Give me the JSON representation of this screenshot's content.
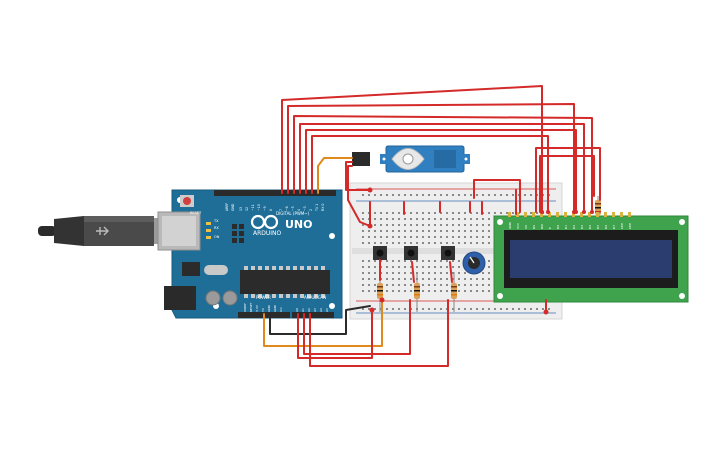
{
  "arduino": {
    "brand": "ARDUINO",
    "model": "UNO",
    "digital_label": "DIGITAL (PWM~)",
    "analog_label": "ANALOG IN",
    "power_label": "POWER",
    "reset_label": "RESET",
    "on_label": "ON",
    "tx_label": "TX",
    "rx_label": "RX",
    "aref_label": "AREF",
    "gnd_label": "GND",
    "digital_pins": [
      "13",
      "12",
      "~11",
      "~10",
      "~9",
      "8",
      "7",
      "~6",
      "~5",
      "4",
      "~3",
      "2",
      "TX 1",
      "RX 0"
    ],
    "power_pins": [
      "IOREF",
      "RESET",
      "3.3V",
      "5V",
      "GND",
      "GND",
      "Vin"
    ],
    "analog_pins": [
      "A0",
      "A1",
      "A2",
      "A3",
      "A4",
      "A5"
    ]
  },
  "lcd": {
    "pins": [
      "GND",
      "VCC",
      "V0",
      "RS",
      "RW",
      "E",
      "D0",
      "D1",
      "D2",
      "D3",
      "D4",
      "D5",
      "D6",
      "D7",
      "LED",
      "LED"
    ]
  },
  "colors": {
    "wire_red": "#d42a2a",
    "wire_orange": "#e08a1e",
    "wire_black": "#2b2b2b",
    "board_blue": "#1f6e97",
    "lcd_green": "#3fa34d",
    "lcd_screen": "#2a3d6e",
    "servo_blue": "#2f7fc1",
    "breadboard": "#eeeeee"
  }
}
